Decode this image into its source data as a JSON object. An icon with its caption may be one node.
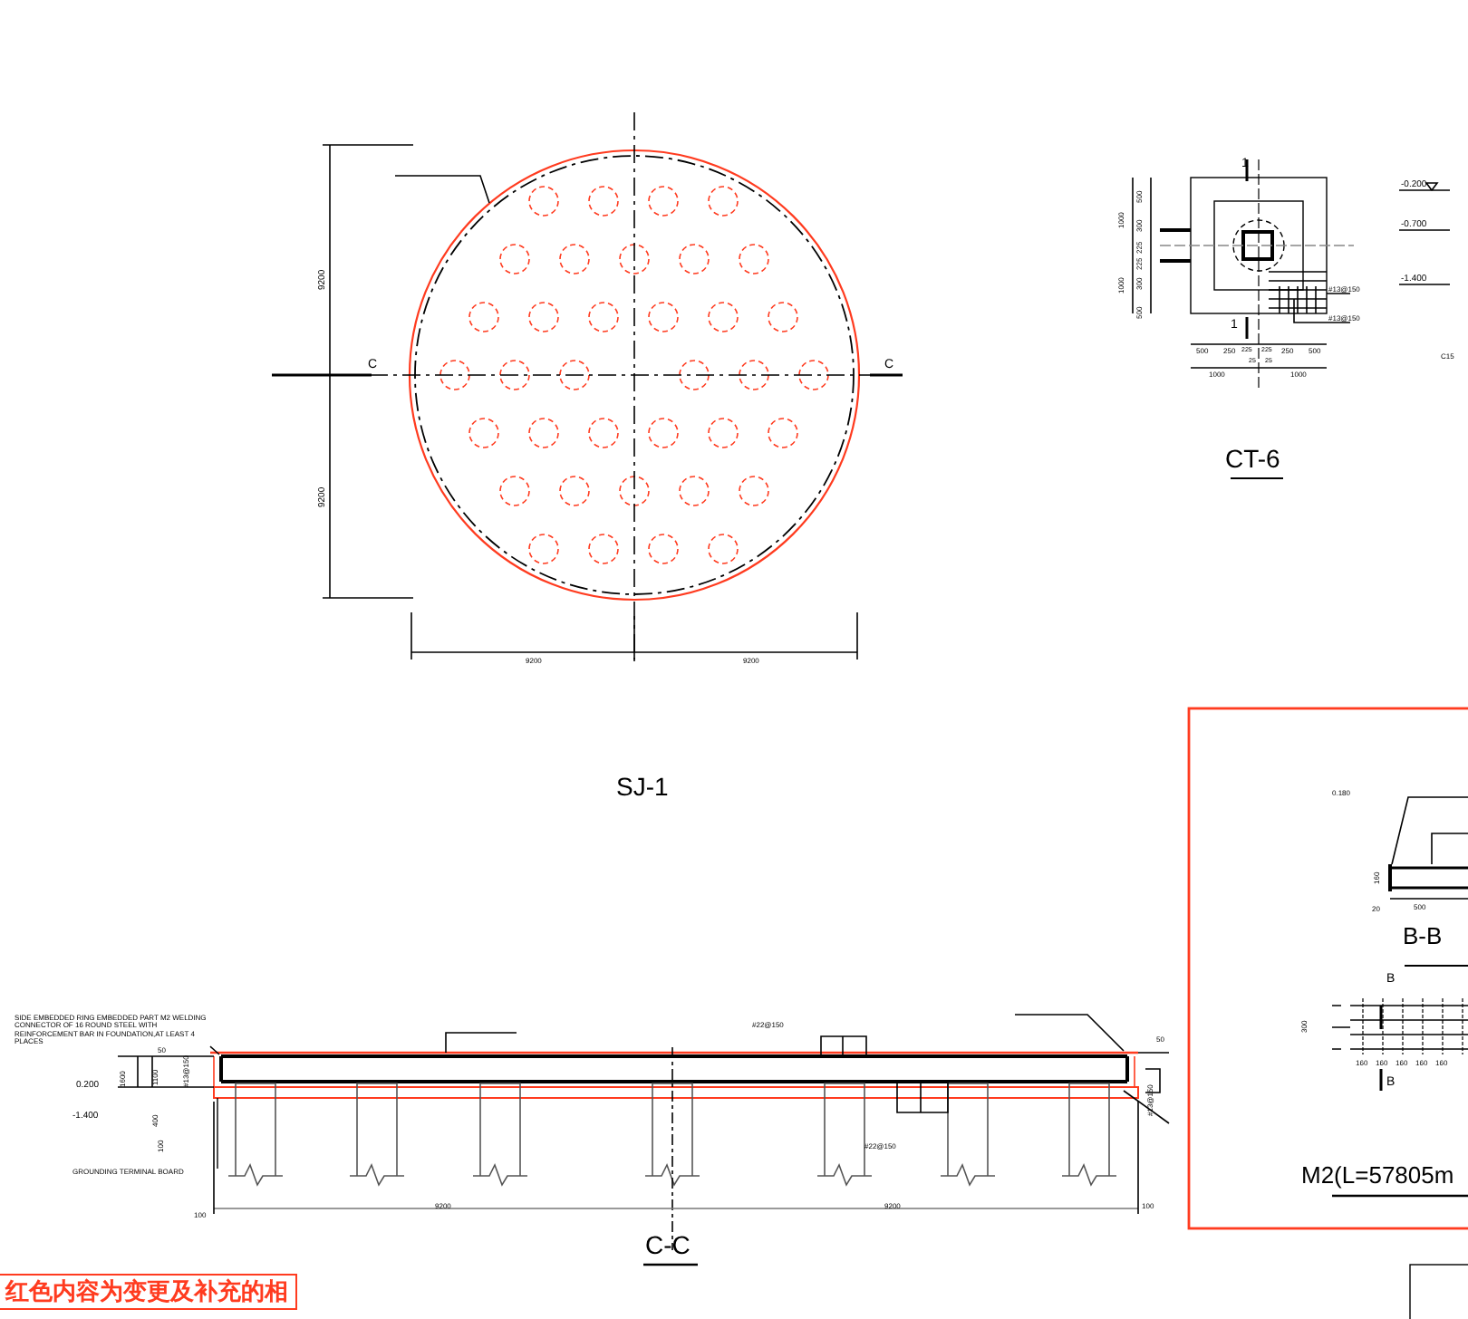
{
  "diagram": {
    "nodes": [
      {
        "text": [
          "SIDE EMBEDDED RING EMBEDDED PART M2 WELDING CONNECTOR OF 16 ROUND STEEL WITH REINFORCEMENT BAR IN FOUNDATION,AT LEAST 4 PLACES"
        ]
      },
      {
        "text": [
          "GROUNDING TERMINAL BOARD"
        ]
      },
      {
        "text": [
          "红色内容为变更及补充的相"
        ]
      }
    ],
    "edges": [
      {
        "from": 0,
        "to": null,
        "arrow": "none"
      },
      {
        "from": 1,
        "to": null,
        "arrow": "none"
      }
    ],
    "labels": [
      "9200",
      "9200",
      "C",
      "C",
      "9200",
      "9200",
      "SJ-1",
      "1",
      "1",
      "500",
      "300",
      "225",
      "225",
      "300",
      "500",
      "1000",
      "1000",
      "500",
      "250",
      "225",
      "225",
      "250",
      "500",
      "25",
      "25",
      "1000",
      "1000",
      "#13@150",
      "#13@150",
      "CT-6",
      "-0.200",
      "-0.700",
      "-1.400",
      "C15",
      "0.200",
      "-1.400",
      "1600",
      "1100",
      "400",
      "100",
      "50",
      "#13@150",
      "#22@150",
      "#22@150",
      "100",
      "9200",
      "9200",
      "100",
      "50",
      "#13@150",
      "C-C",
      "0.180",
      "160",
      "20",
      "500",
      "B-B",
      "B",
      "300",
      "160",
      "160",
      "160",
      "160",
      "160",
      "B",
      "M2(L=57805m"
    ]
  }
}
